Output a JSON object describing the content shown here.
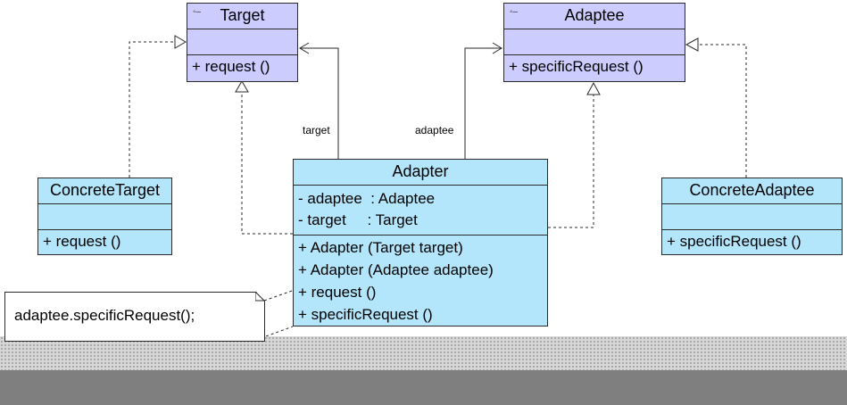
{
  "classes": {
    "target": {
      "name": "Target",
      "operations": [
        "+ request ()"
      ]
    },
    "adaptee": {
      "name": "Adaptee",
      "operations": [
        "+ specificRequest ()"
      ]
    },
    "adapter": {
      "name": "Adapter",
      "attributes": [
        "- adaptee  : Adaptee",
        "- target     : Target"
      ],
      "operations": [
        "+ Adapter (Target target)",
        "+ Adapter (Adaptee adaptee)",
        "+ request ()",
        "+ specificRequest ()"
      ]
    },
    "concrete_target": {
      "name": "ConcreteTarget",
      "operations": [
        "+ request ()"
      ]
    },
    "concrete_adaptee": {
      "name": "ConcreteAdaptee",
      "operations": [
        "+ specificRequest ()"
      ]
    }
  },
  "association_labels": {
    "target": "target",
    "adaptee": "adaptee"
  },
  "note": {
    "text": "adaptee.specificRequest();"
  },
  "colors": {
    "interface_fill": "#ccccff",
    "class_fill": "#b3e5fb",
    "line": "#2a2a2a"
  }
}
